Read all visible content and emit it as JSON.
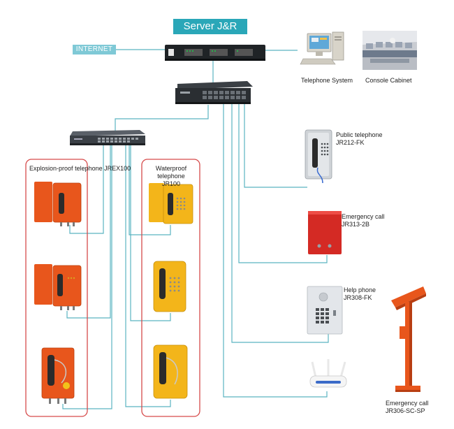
{
  "title": "Server J&R",
  "internet_label": "INTERNET",
  "groups": {
    "explosion_proof": {
      "line1": "Explosion-proof",
      "line2": "telephone JREX100"
    },
    "waterproof": {
      "line1": "Waterproof",
      "line2": "telephone JR100"
    }
  },
  "devices": {
    "telephone_system": {
      "label": "Telephone System"
    },
    "console_cabinet": {
      "label": "Console Cabinet"
    },
    "public_telephone": {
      "line1": "Public telephone",
      "line2": "JR212-FK"
    },
    "emergency_call": {
      "line1": "Emergency call",
      "line2": "JR313-2B"
    },
    "help_phone": {
      "line1": "Help phone",
      "line2": "JR308-FK"
    },
    "emergency_call_stand": {
      "line1": "Emergency call",
      "line2": "JR306-SC-SP"
    }
  },
  "colors": {
    "accent": "#2aa7b8",
    "internet": "#7fc9d6",
    "line": "#5ab3c1",
    "group_border": "#d64a4a",
    "orange_phone": "#e8561c",
    "yellow_phone": "#f3b51a",
    "red_box": "#d42a24"
  }
}
